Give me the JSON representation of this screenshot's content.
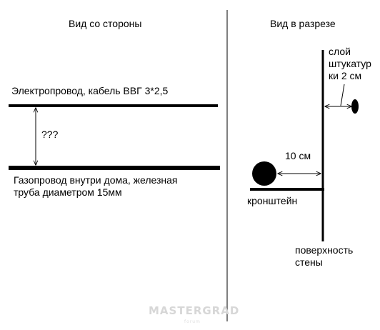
{
  "colors": {
    "background": "#ffffff",
    "ink": "#000000",
    "divider": "#555555",
    "watermark": "#d7d7d7"
  },
  "side_view": {
    "title": "Вид со стороны",
    "cable_label": "Электропровод, кабель ВВГ 3*2,5",
    "gap_label": "???",
    "pipe_label_line1": "Газопровод внутри дома, железная",
    "pipe_label_line2": "труба диаметром 15мм"
  },
  "section_view": {
    "title": "Вид в разрезе",
    "plaster_line1": "слой",
    "plaster_line2": "штукатур",
    "plaster_line3": "ки 2 см",
    "distance_label": "10 см",
    "bracket_label": "кронштейн",
    "wall_line1": "поверхность",
    "wall_line2": "стены"
  },
  "watermark": {
    "text": "MASTERGRAD",
    "subtext": "forum"
  }
}
